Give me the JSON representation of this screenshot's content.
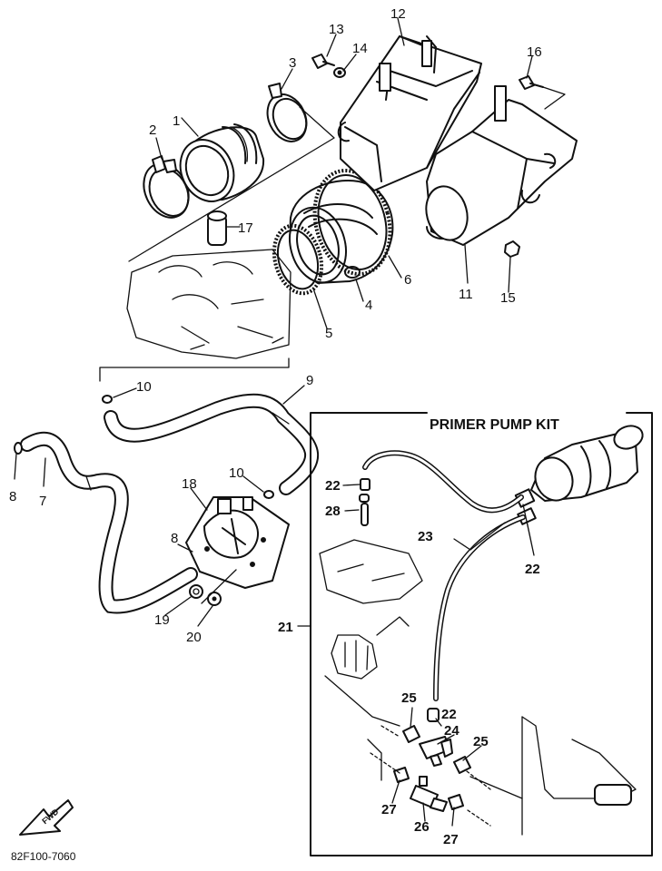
{
  "diagram": {
    "kit_title": "PRIMER PUMP KIT",
    "diagram_code": "82F100-7060",
    "direction_label": "FWD",
    "callouts": {
      "c1": "1",
      "c2": "2",
      "c3": "3",
      "c4": "4",
      "c5": "5",
      "c6": "6",
      "c7": "7",
      "c8a": "8",
      "c8b": "8",
      "c9": "9",
      "c10a": "10",
      "c10b": "10",
      "c11": "11",
      "c12": "12",
      "c13": "13",
      "c14": "14",
      "c15": "15",
      "c16": "16",
      "c17": "17",
      "c18": "18",
      "c19": "19",
      "c20": "20",
      "c21": "21",
      "c22a": "22",
      "c22b": "22",
      "c22c": "22",
      "c23": "23",
      "c24": "24",
      "c25a": "25",
      "c25b": "25",
      "c26": "26",
      "c27a": "27",
      "c27b": "27",
      "c28": "28"
    }
  }
}
